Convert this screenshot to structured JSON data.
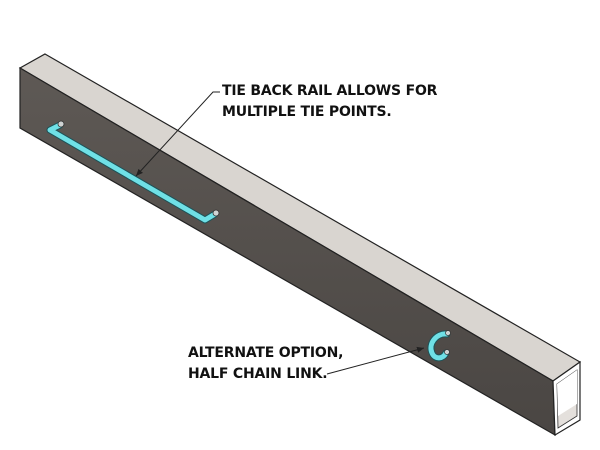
{
  "annotations": {
    "tie_back_rail": {
      "line1": "TIE BACK RAIL ALLOWS FOR",
      "line2": "MULTIPLE TIE POINTS."
    },
    "half_chain_link": {
      "line1": "ALTERNATE OPTION,",
      "line2": "HALF CHAIN LINK."
    }
  },
  "colors": {
    "beam_side": "#58534f",
    "beam_top": "#d8d4cf",
    "rail": "#6fe0e6",
    "leader": "#222222"
  }
}
